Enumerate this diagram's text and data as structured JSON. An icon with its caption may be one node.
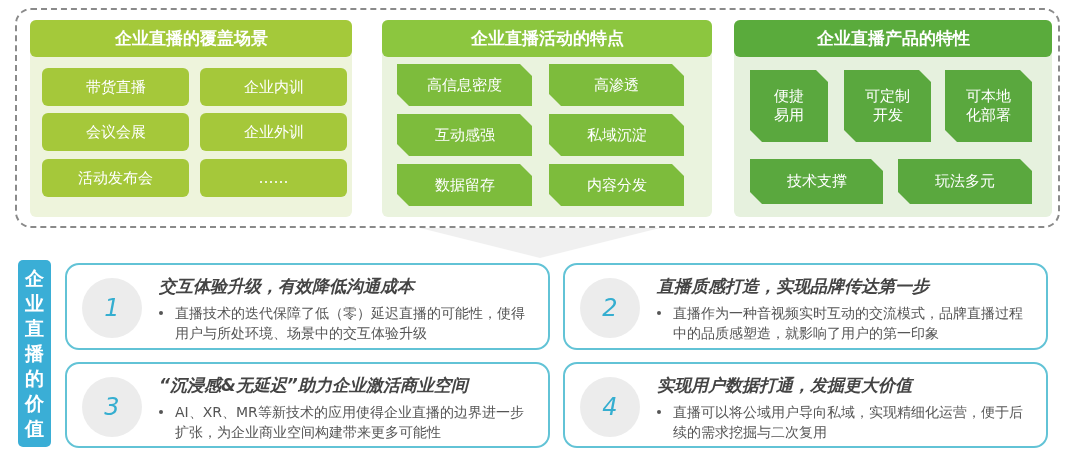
{
  "diagram": {
    "nodes": [
      {
        "text": [],
        "shape": "box"
      },
      {
        "text": [
          "企业直播的覆盖场景"
        ],
        "in": 0
      },
      {
        "text": [
          "带货直播"
        ],
        "in": 1
      },
      {
        "text": [
          "企业内训"
        ],
        "in": 1
      },
      {
        "text": [
          "会议会展"
        ],
        "in": 1
      },
      {
        "text": [
          "企业外训"
        ],
        "in": 1
      },
      {
        "text": [
          "活动发布会"
        ],
        "in": 1
      },
      {
        "text": [
          "……"
        ],
        "in": 1
      },
      {
        "text": [
          "企业直播活动的特点"
        ],
        "in": 0
      },
      {
        "text": [
          "高信息密度"
        ],
        "in": 8
      },
      {
        "text": [
          "高渗透"
        ],
        "in": 8
      },
      {
        "text": [
          "互动感强"
        ],
        "in": 8
      },
      {
        "text": [
          "私域沉淀"
        ],
        "in": 8
      },
      {
        "text": [
          "数据留存"
        ],
        "in": 8
      },
      {
        "text": [
          "内容分发"
        ],
        "in": 8
      },
      {
        "text": [
          "企业直播产品的特性"
        ],
        "in": 0
      },
      {
        "text": [
          "便捷易用"
        ],
        "in": 15
      },
      {
        "text": [
          "可定制开发"
        ],
        "in": 15
      },
      {
        "text": [
          "可本地化部署"
        ],
        "in": 15
      },
      {
        "text": [
          "技术支撑"
        ],
        "in": 15
      },
      {
        "text": [
          "玩法多元"
        ],
        "in": 15
      },
      {
        "text": [
          "企业直播的价值"
        ]
      },
      {
        "text": [
          "交互体验升级，有效降低沟通成本",
          "直播技术的迭代保障了低（零）延迟直播的可能性，使得用户与所处环境、场景中的交互体验升级"
        ]
      },
      {
        "text": [
          "1"
        ],
        "in": 22
      },
      {
        "text": [
          "直播质感打造，实现品牌传达第一步",
          "直播作为一种音视频实时互动的交流模式，品牌直播过程中的品质感塑造，就影响了用户的第一印象"
        ]
      },
      {
        "text": [
          "2"
        ],
        "in": 24
      },
      {
        "text": [
          "“沉浸感&无延迟”助力企业激活商业空间",
          "AI、XR、MR等新技术的应用使得企业直播的边界进一步扩张，为企业商业空间构建带来更多可能性"
        ]
      },
      {
        "text": [
          "3"
        ],
        "in": 26
      },
      {
        "text": [
          "实现用户数据打通，发掘更大价值",
          "直播可以将公域用户导向私域，实现精细化运营，便于后续的需求挖掘与二次复用"
        ]
      },
      {
        "text": [
          "4"
        ],
        "in": 28
      }
    ]
  }
}
